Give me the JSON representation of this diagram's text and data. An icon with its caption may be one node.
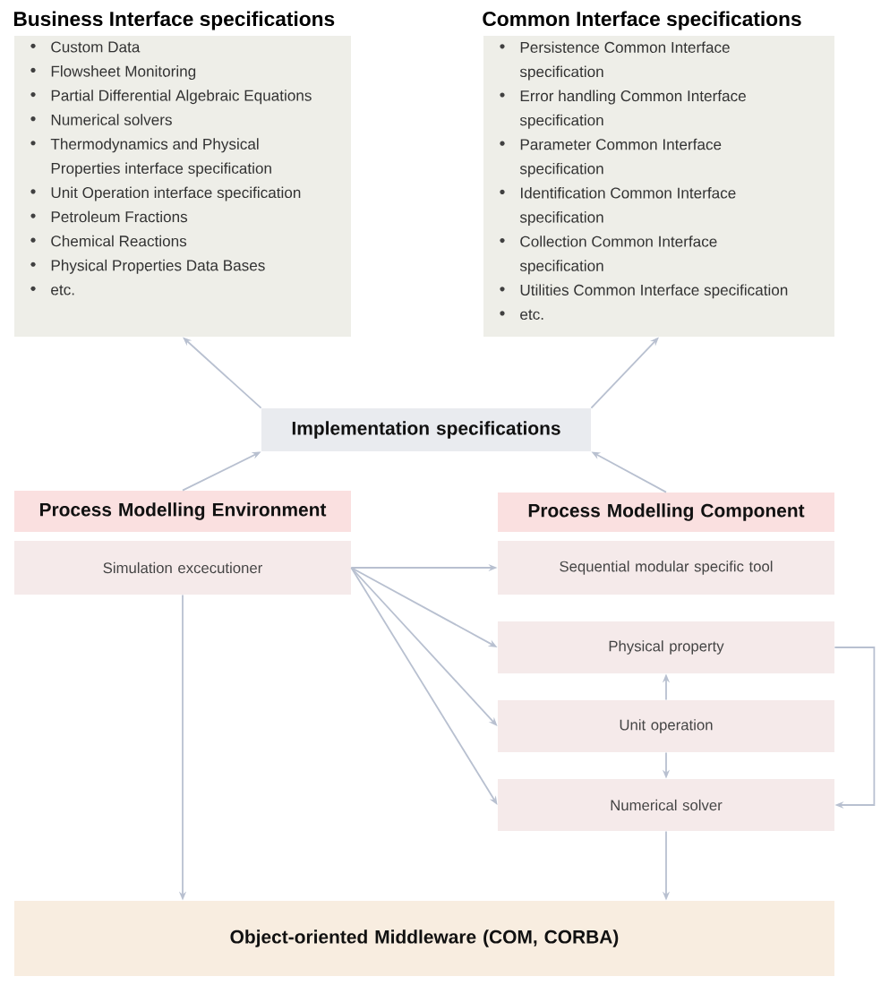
{
  "diagram": {
    "nodes": [
      {
        "text": [
          "Business Interface specifications",
          "Custom Data",
          "Flowsheet Monitoring",
          "Partial Differential Algebraic Equations",
          "Numerical solvers",
          "Thermodynamics and Physical Properties interface specification",
          "Unit Operation interface specification",
          "Petroleum Fractions",
          "Chemical Reactions",
          "Physical Properties Data Bases",
          "etc."
        ]
      },
      {
        "text": [
          "Common Interface specifications",
          "Persistence Common Interface specification",
          "Error handling Common Interface specification",
          "Parameter Common Interface specification",
          "Identification Common Interface specification",
          "Collection Common Interface specification",
          "Utilities Common Interface specification",
          "etc."
        ]
      },
      {
        "text": [
          "Implementation specifications"
        ]
      },
      {
        "text": [
          "Process Modelling Environment"
        ]
      },
      {
        "text": [
          "Simulation excecutioner"
        ]
      },
      {
        "text": [
          "Process Modelling Component"
        ]
      },
      {
        "text": [
          "Sequential modular specific tool"
        ]
      },
      {
        "text": [
          "Physical property"
        ]
      },
      {
        "text": [
          "Unit operation"
        ]
      },
      {
        "text": [
          "Numerical solver"
        ]
      },
      {
        "text": [
          "Object-oriented Middleware (COM, CORBA)"
        ]
      }
    ],
    "edges": [
      {
        "from": 2,
        "to": 0,
        "arrow": "to"
      },
      {
        "from": 2,
        "to": 1,
        "arrow": "to"
      },
      {
        "from": 3,
        "to": 2,
        "arrow": "to"
      },
      {
        "from": 5,
        "to": 2,
        "arrow": "to"
      },
      {
        "from": 4,
        "to": 6,
        "arrow": "to"
      },
      {
        "from": 4,
        "to": 7,
        "arrow": "to"
      },
      {
        "from": 4,
        "to": 8,
        "arrow": "to"
      },
      {
        "from": 4,
        "to": 9,
        "arrow": "to"
      },
      {
        "from": 8,
        "to": 7,
        "arrow": "to"
      },
      {
        "from": 8,
        "to": 9,
        "arrow": "to"
      },
      {
        "from": 7,
        "to": 9,
        "arrow": "to"
      },
      {
        "from": 4,
        "to": 10,
        "arrow": "to"
      },
      {
        "from": 9,
        "to": 10,
        "arrow": "to"
      }
    ]
  }
}
